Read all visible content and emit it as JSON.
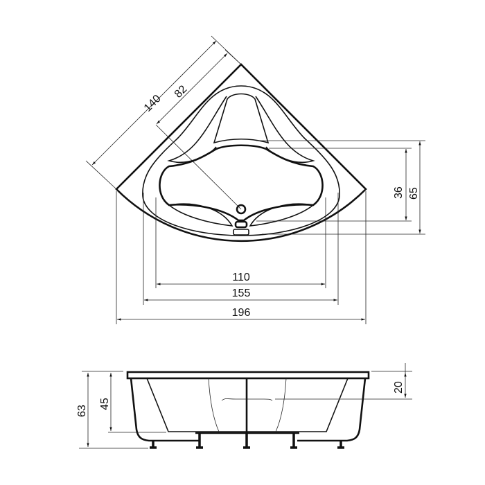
{
  "top_view": {
    "dimensions": {
      "side_length": "140",
      "drain_offset": "82",
      "inner_depth_small": "36",
      "inner_depth_large": "65",
      "basin_width": "110",
      "rim_inner_width": "155",
      "overall_width": "196"
    }
  },
  "side_view": {
    "dimensions": {
      "total_height": "63",
      "basin_depth": "45",
      "seat_height": "20"
    }
  },
  "colors": {
    "line": "#111111",
    "background": "#ffffff"
  }
}
